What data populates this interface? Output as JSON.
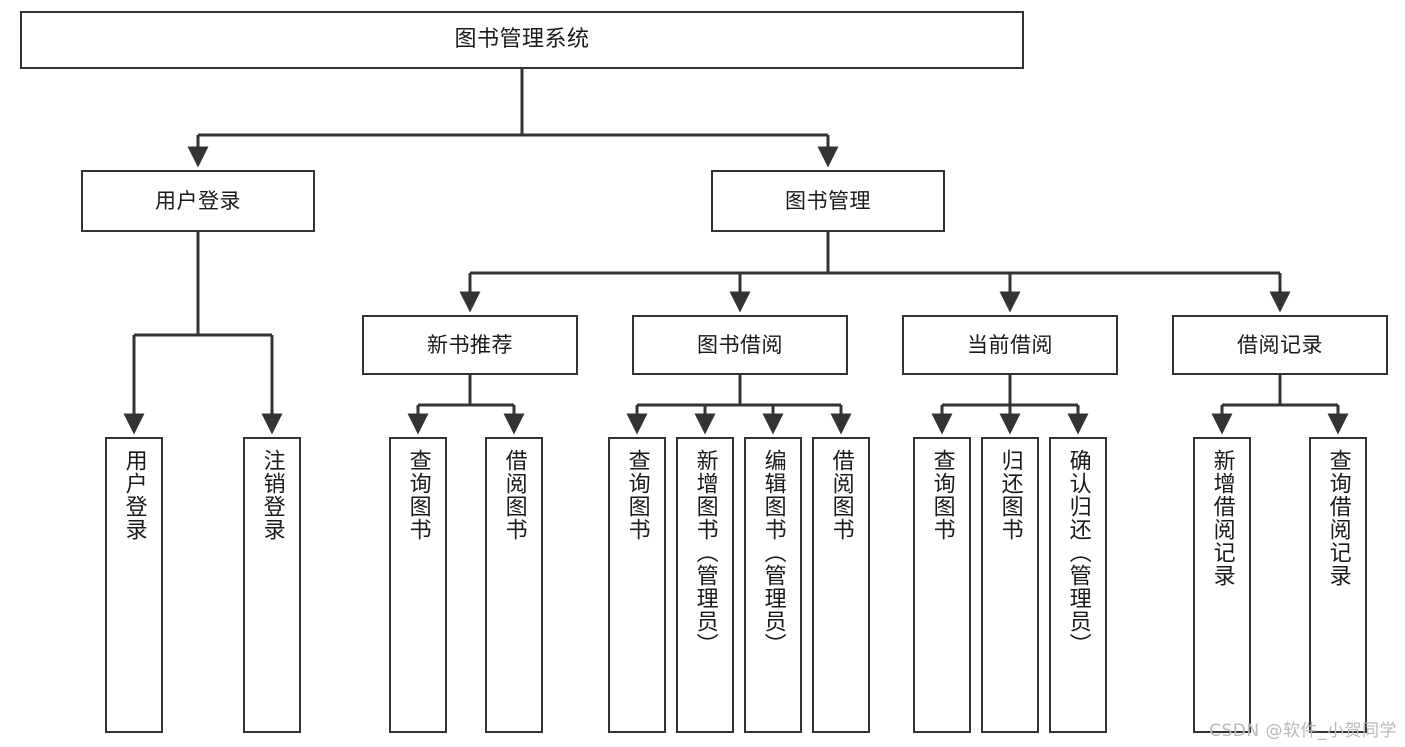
{
  "diagram": {
    "title": "图书管理系统",
    "watermark": "CSDN @软件_小贺同学",
    "colors": {
      "stroke": "#333333",
      "background": "#ffffff",
      "text": "#1a1a1a",
      "watermark": "#b9b9b9"
    },
    "nodes": {
      "root": {
        "label": "图书管理系统"
      },
      "level2": [
        {
          "label": "用户登录"
        },
        {
          "label": "图书管理"
        }
      ],
      "level3": [
        {
          "label": "新书推荐"
        },
        {
          "label": "图书借阅"
        },
        {
          "label": "当前借阅"
        },
        {
          "label": "借阅记录"
        }
      ],
      "leaves": {
        "user_login": [
          {
            "label": "用户登录"
          },
          {
            "label": "注销登录"
          }
        ],
        "new_book_recommend": [
          {
            "label": "查询图书"
          },
          {
            "label": "借阅图书"
          }
        ],
        "book_borrow": [
          {
            "label": "查询图书"
          },
          {
            "label": "新增图书（管理员）"
          },
          {
            "label": "编辑图书（管理员）"
          },
          {
            "label": "借阅图书"
          }
        ],
        "current_borrow": [
          {
            "label": "查询图书"
          },
          {
            "label": "归还图书"
          },
          {
            "label": "确认归还（管理员）"
          }
        ],
        "borrow_records": [
          {
            "label": "新增借阅记录"
          },
          {
            "label": "查询借阅记录"
          }
        ]
      }
    }
  }
}
